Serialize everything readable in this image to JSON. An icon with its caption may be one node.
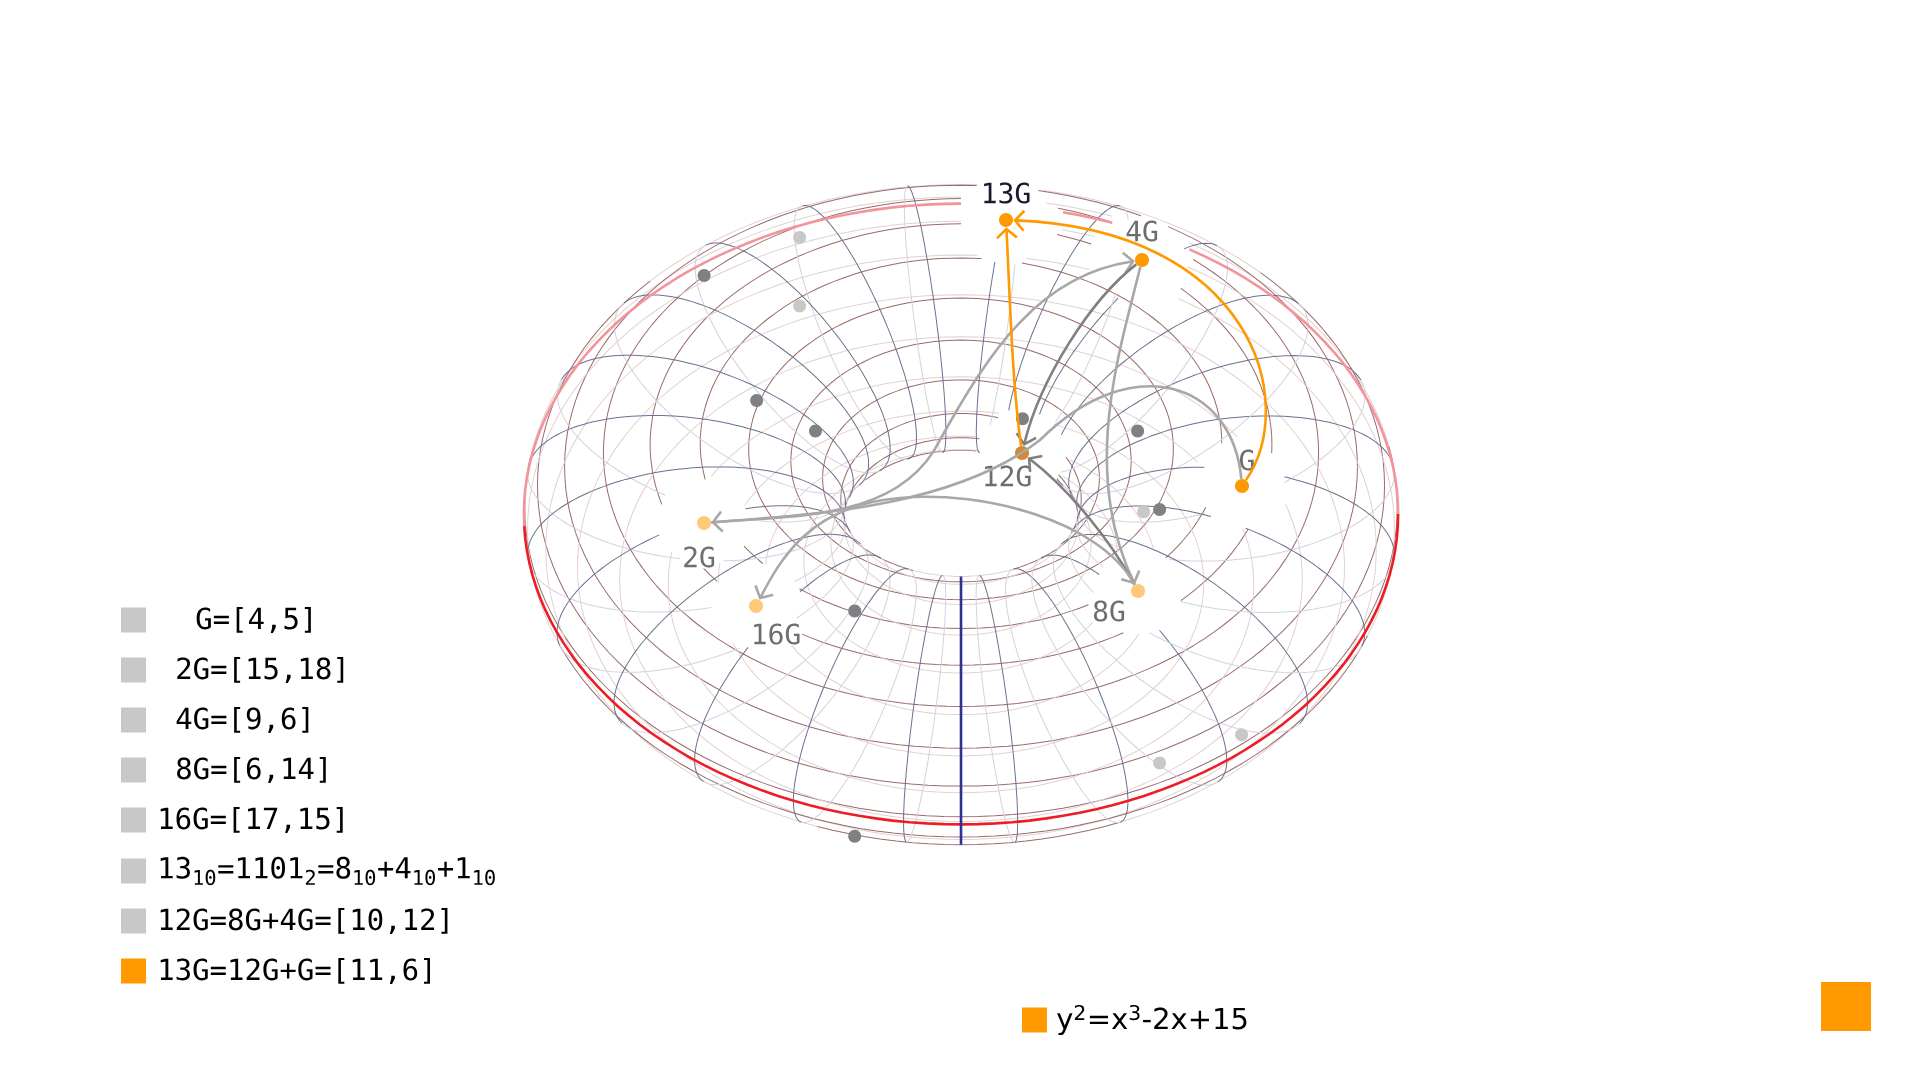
{
  "diagram": {
    "nodes": [
      {
        "text": [],
        "shape": "circle",
        "beside": [
          "13G"
        ]
      },
      {
        "text": [],
        "shape": "circle",
        "beside": [
          "4G"
        ]
      },
      {
        "text": [],
        "shape": "circle",
        "beside": [
          "12G"
        ]
      },
      {
        "text": [],
        "shape": "circle",
        "beside": [
          "G"
        ]
      },
      {
        "text": [],
        "shape": "circle",
        "beside": [
          "2G"
        ]
      },
      {
        "text": [],
        "shape": "circle",
        "beside": [
          "16G"
        ]
      },
      {
        "text": [],
        "shape": "circle",
        "beside": [
          "8G"
        ]
      }
    ],
    "edges": [
      {
        "from": 3,
        "to": 4,
        "arrow": "to"
      },
      {
        "from": 4,
        "to": 1,
        "arrow": "to"
      },
      {
        "from": 1,
        "to": 2,
        "arrow": "to",
        "color": "#808080"
      },
      {
        "from": 1,
        "to": 6,
        "arrow": "to"
      },
      {
        "from": 6,
        "to": 2,
        "arrow": "to",
        "color": "#808080"
      },
      {
        "from": 6,
        "to": 5,
        "arrow": "to"
      },
      {
        "from": 2,
        "to": 0,
        "arrow": "to",
        "color": "#ff9900"
      },
      {
        "from": 3,
        "to": 0,
        "arrow": "to",
        "color": "#ff9900"
      }
    ],
    "legend": [
      {
        "text": "G=[4,5]",
        "color": "#c8c8c8"
      },
      {
        "text": "2G=[15,18]",
        "color": "#c8c8c8"
      },
      {
        "text": "4G=[9,6]",
        "color": "#c8c8c8"
      },
      {
        "text": "8G=[6,14]",
        "color": "#c8c8c8"
      },
      {
        "text": "16G=[17,15]",
        "color": "#c8c8c8"
      },
      {
        "text": "13$_{10}$=1101$_{2}$=8$_{10}$+4$_{10}$+1$_{10}$",
        "color": "#c8c8c8"
      },
      {
        "text": "12G=8G+4G=[10,12]",
        "color": "#c8c8c8"
      },
      {
        "text": "13G=12G+G=[11,6]",
        "color": "#ff9900"
      },
      {
        "text": "y$^{2}$=x$^{3}$-2x+15",
        "color": "#ff9900"
      }
    ]
  }
}
